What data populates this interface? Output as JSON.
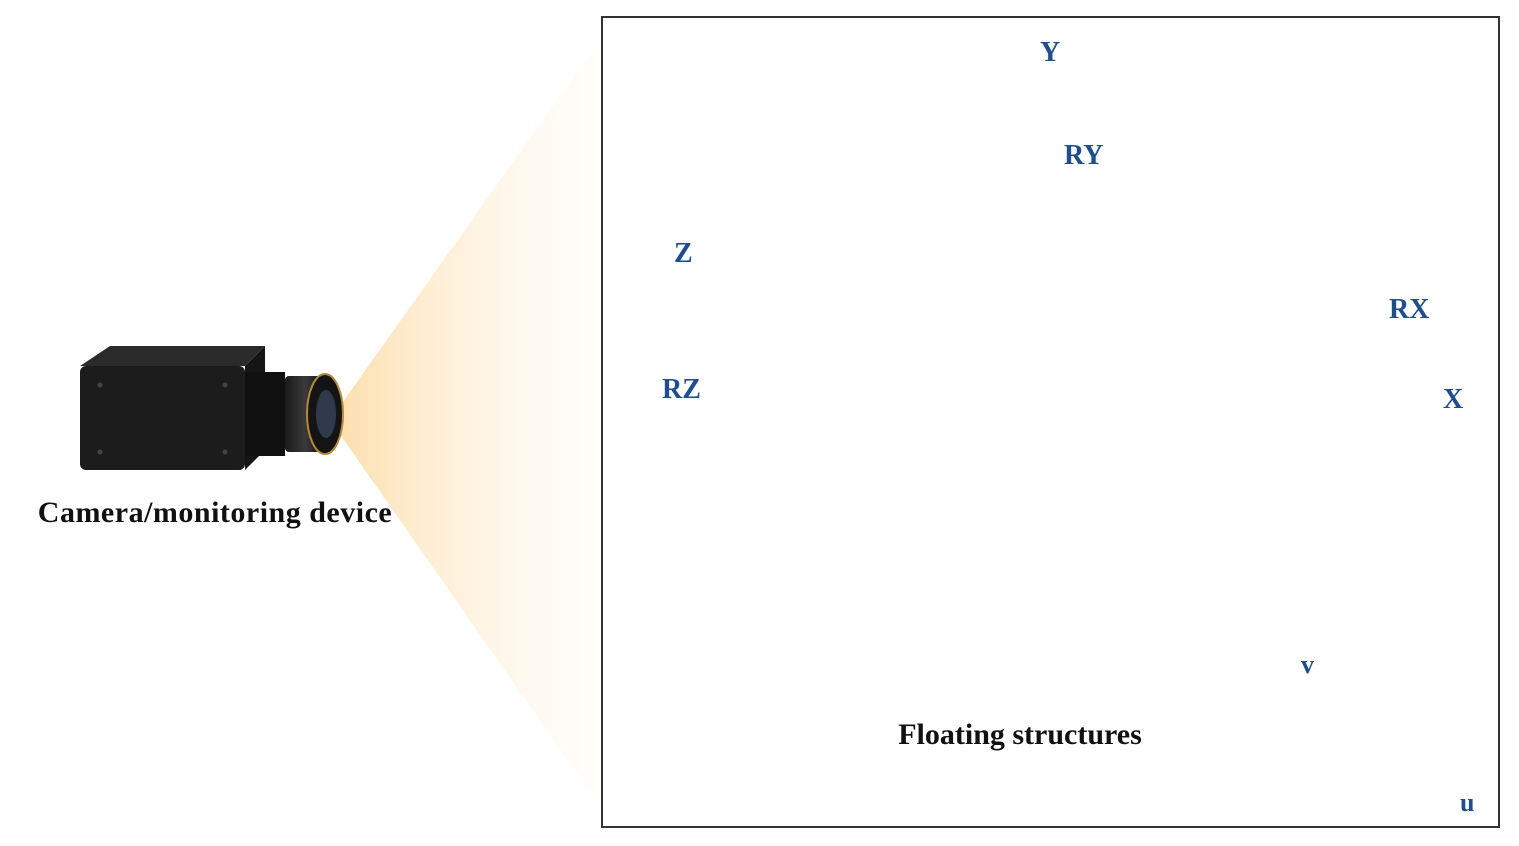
{
  "camera": {
    "label": "Camera/monitoring device",
    "icon": "camera-icon"
  },
  "structure": {
    "label": "Floating structures",
    "icon": "oil-rig-icon"
  },
  "axes": {
    "x": "X",
    "y": "Y",
    "z": "Z",
    "rx": "RX",
    "ry": "RY",
    "rz": "RZ"
  },
  "image_axes": {
    "u": "u",
    "v": "v"
  },
  "colors": {
    "axis_red": "#e01010",
    "label_blue": "#1f4e8f",
    "view_cone": "#fbe3b8",
    "deck": "#3d97a8",
    "hull": "#6e72b2"
  }
}
